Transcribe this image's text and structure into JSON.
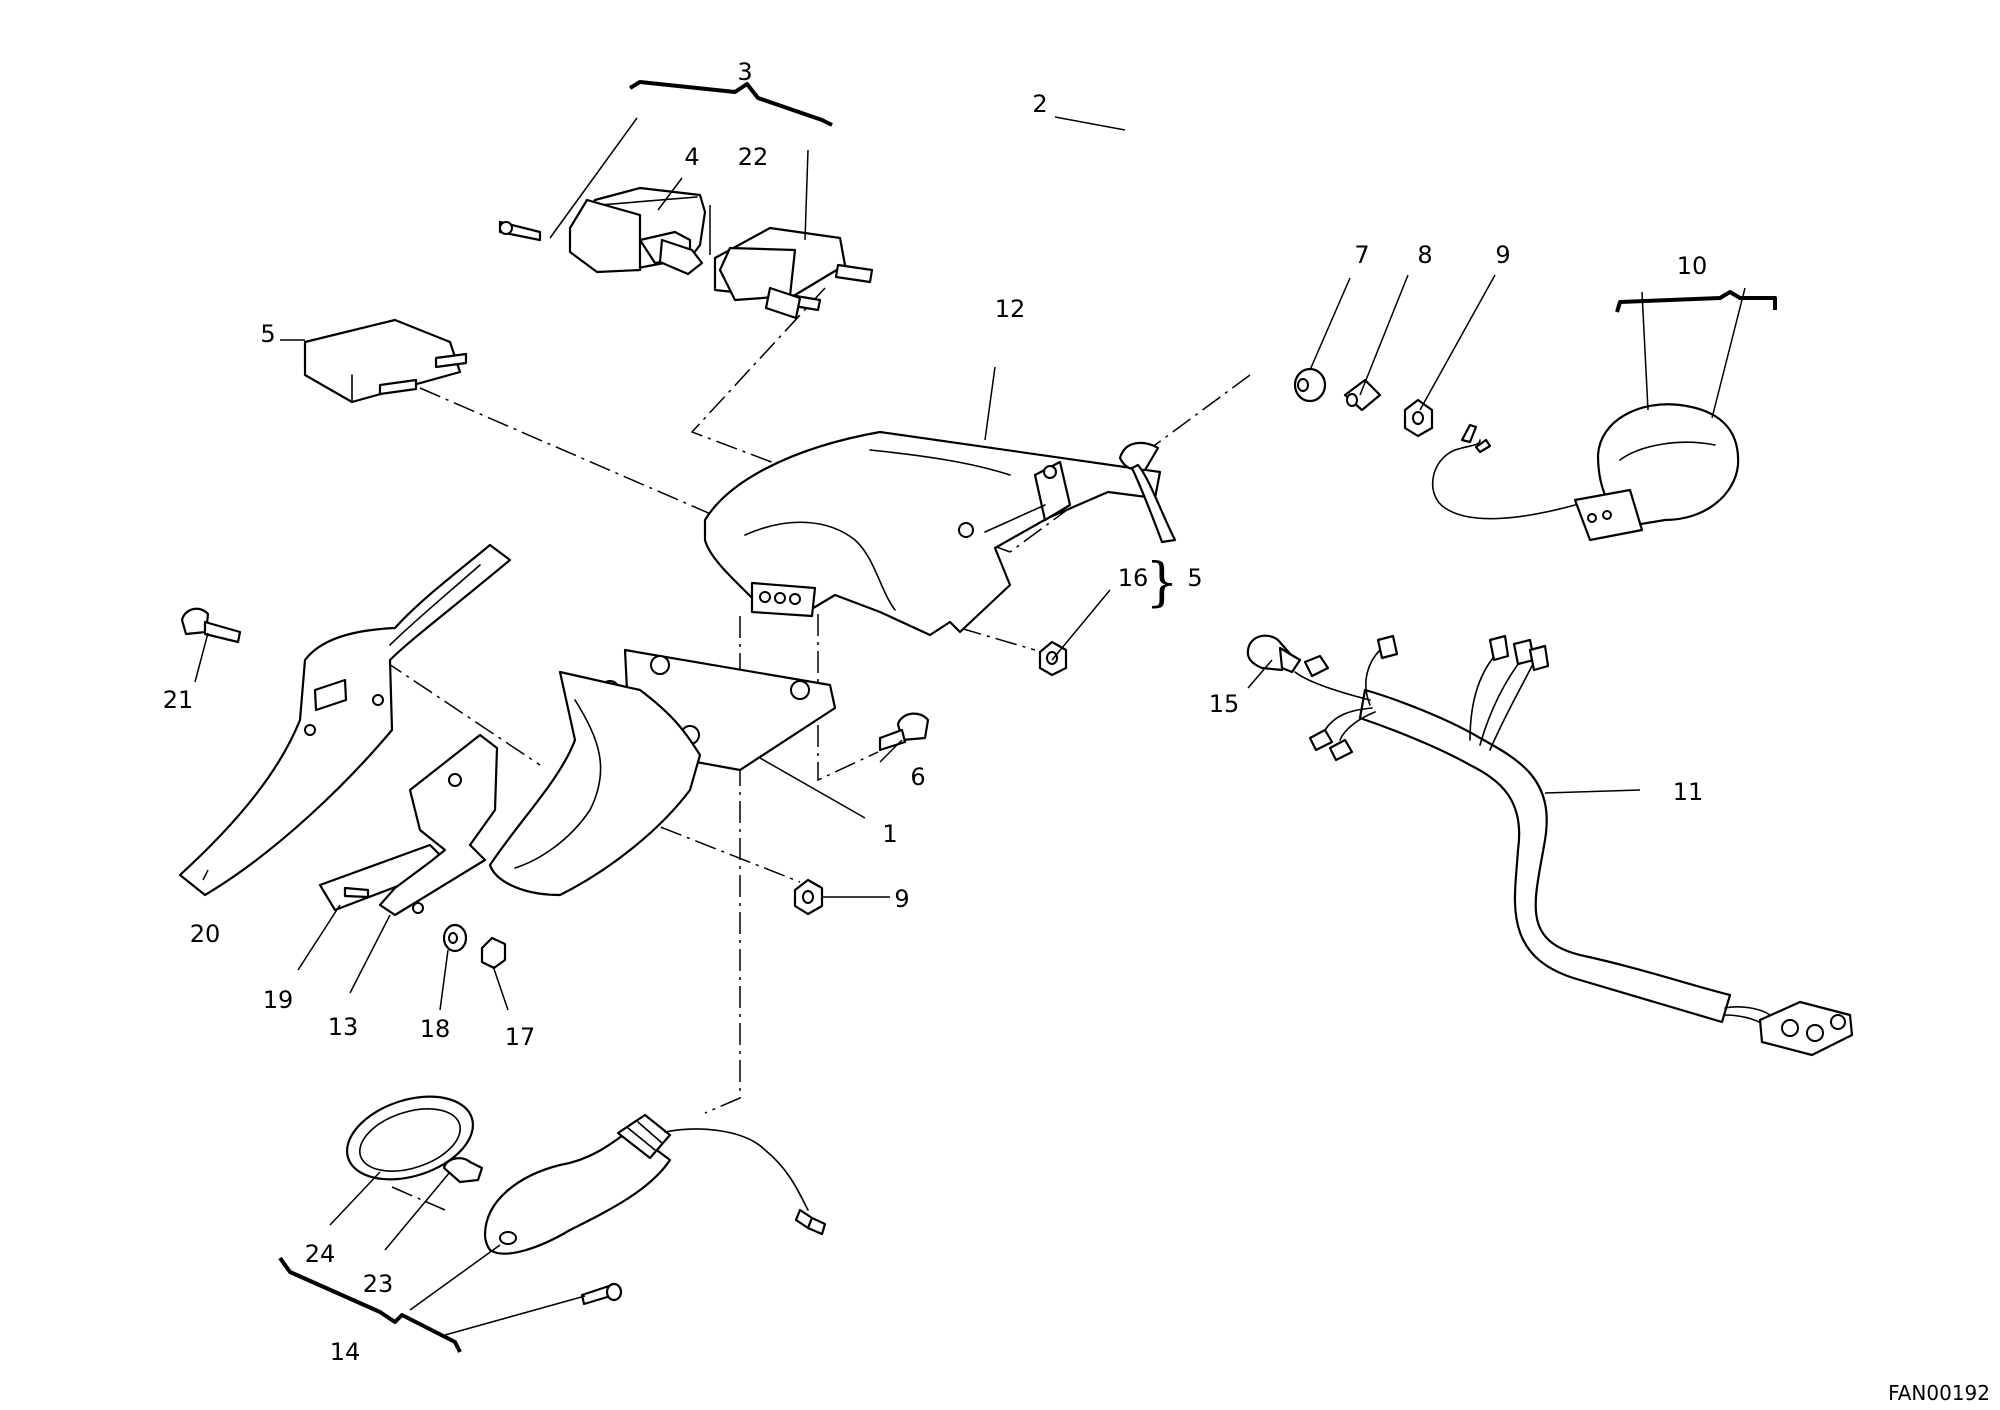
{
  "callouts": {
    "c1": "1",
    "c2": "2",
    "c3": "3",
    "c4": "4",
    "c5a": "5",
    "c5b": "5",
    "c6": "6",
    "c7": "7",
    "c8": "8",
    "c9a": "9",
    "c9b": "9",
    "c10": "10",
    "c11": "11",
    "c12": "12",
    "c13": "13",
    "c14": "14",
    "c15": "15",
    "c16": "16",
    "c17": "17",
    "c18": "18",
    "c19": "19",
    "c20": "20",
    "c21": "21",
    "c22": "22",
    "c23": "23",
    "c24": "24"
  },
  "drawing_code": "FAN00192"
}
